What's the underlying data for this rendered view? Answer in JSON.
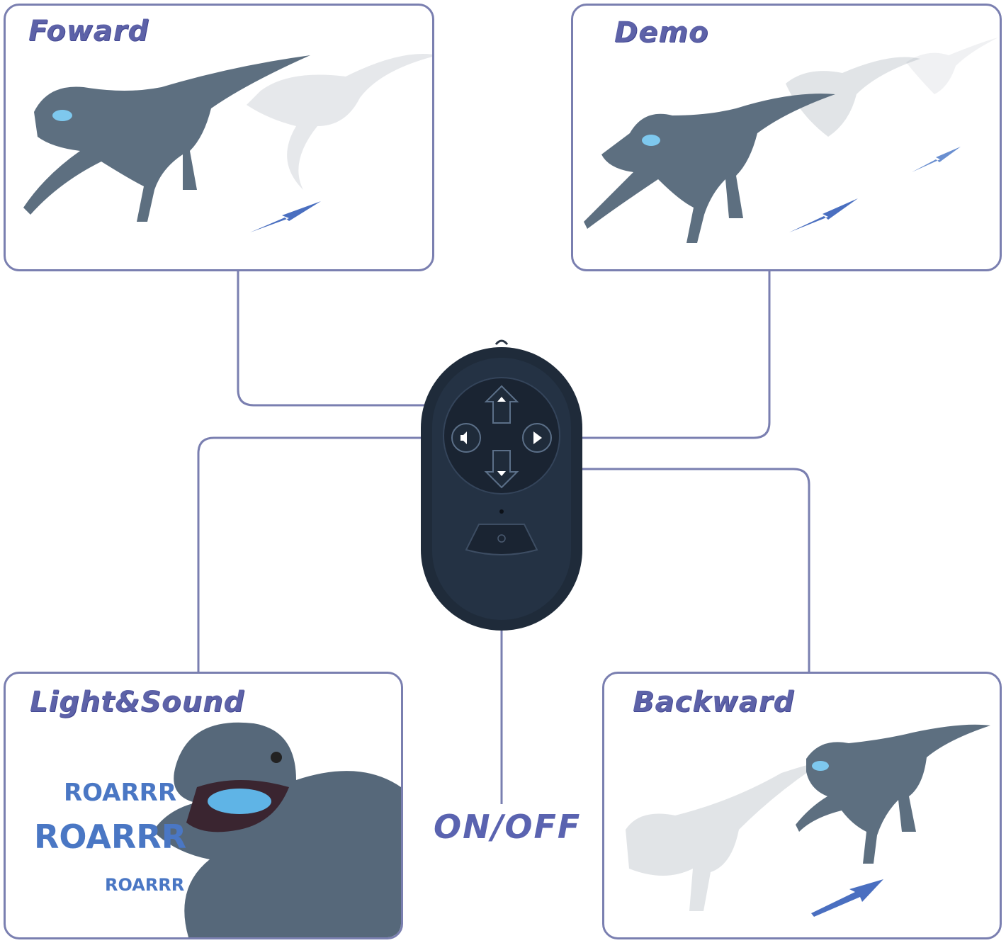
{
  "panels": {
    "forward": {
      "title": "Foward"
    },
    "demo": {
      "title": "Demo"
    },
    "light_sound": {
      "title": "Light&Sound",
      "roars": [
        "ROARRR",
        "ROARRR",
        "ROARRR"
      ]
    },
    "backward": {
      "title": "Backward"
    }
  },
  "remote": {
    "on_off_label": "ON/OFF"
  },
  "colors": {
    "border": "#7a7fb0",
    "title": "#5d62a8",
    "arrow": "#4a6fc0",
    "remote": "#1f2b3a"
  }
}
